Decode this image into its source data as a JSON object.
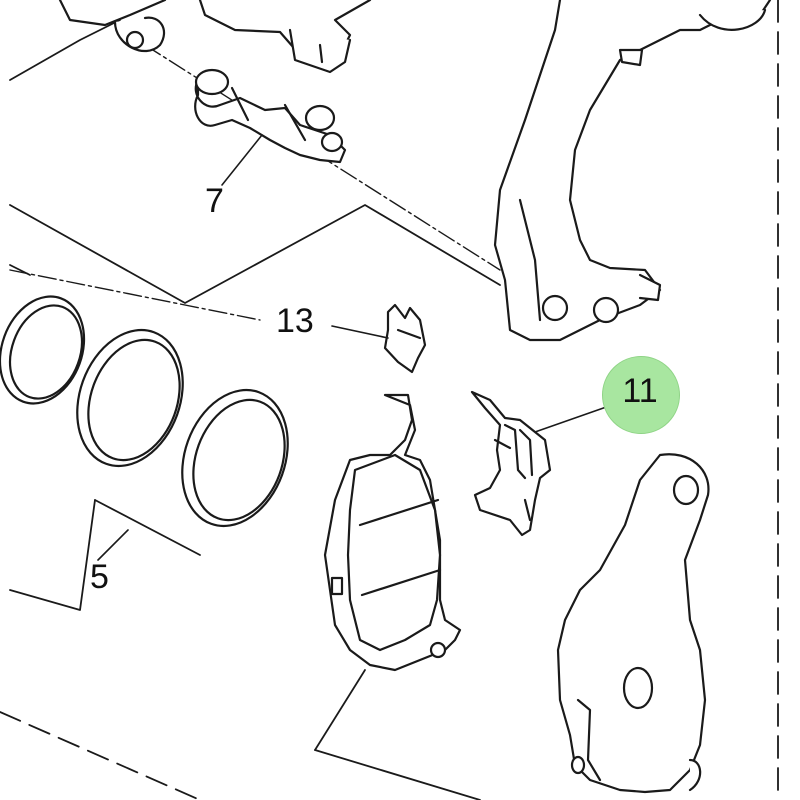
{
  "callouts": [
    {
      "id": "7",
      "text": "7"
    },
    {
      "id": "13",
      "text": "13"
    },
    {
      "id": "11",
      "text": "11",
      "highlighted": true
    },
    {
      "id": "5",
      "text": "5"
    }
  ],
  "highlight_color": "#a8e6a0"
}
